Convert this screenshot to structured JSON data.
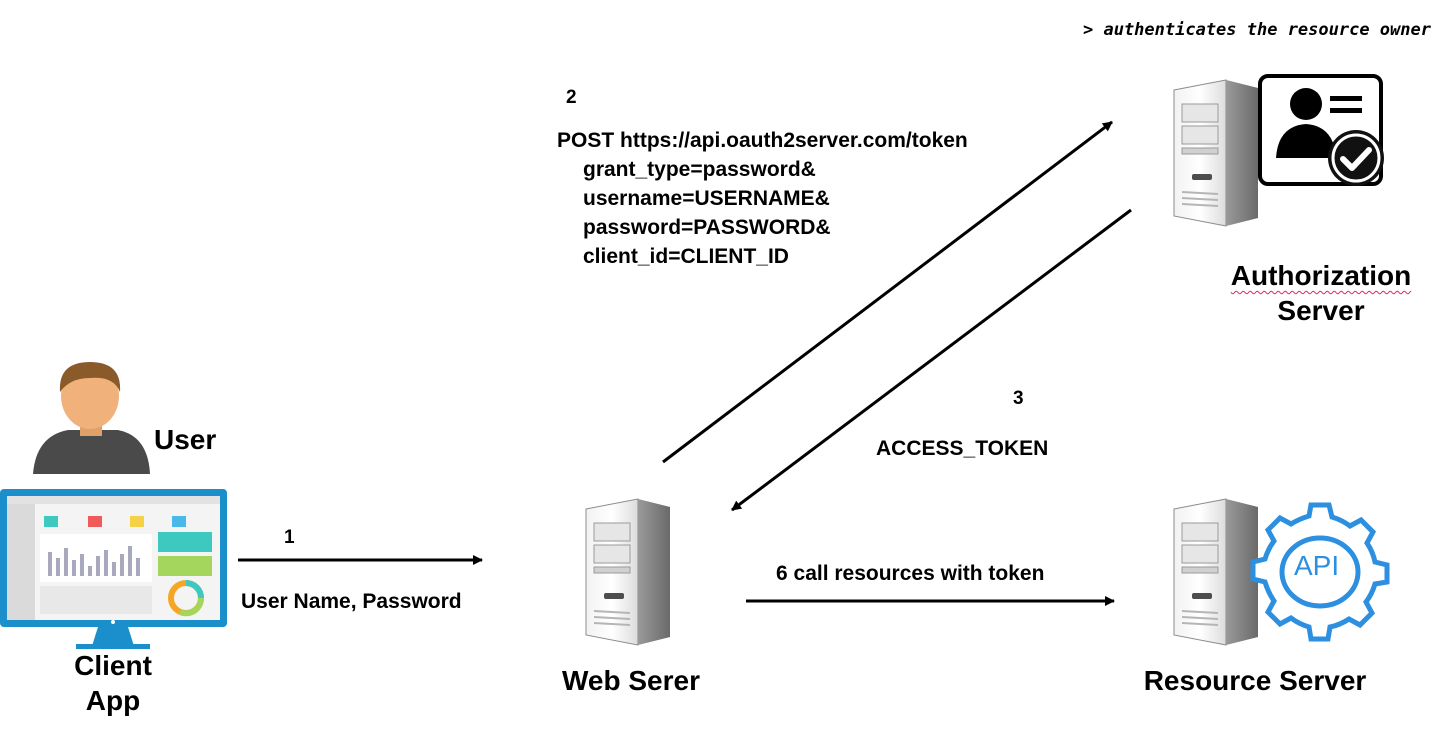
{
  "note": "> authenticates the resource owner",
  "actors": {
    "user": "User",
    "client_app": [
      "Client",
      "App"
    ],
    "web_server": "Web Serer",
    "authorization_server": [
      "Authorization",
      "Server"
    ],
    "resource_server": "Resource Server"
  },
  "steps": {
    "step1": {
      "number": "1",
      "label": "User Name, Password"
    },
    "step2": {
      "number": "2",
      "request_line": "POST https://api.oauth2server.com/token",
      "params": [
        "grant_type=password&",
        "username=USERNAME&",
        "password=PASSWORD&",
        "client_id=CLIENT_ID"
      ]
    },
    "step3": {
      "number": "3",
      "label": "ACCESS_TOKEN"
    },
    "step6": {
      "label": "6 call resources with token"
    }
  },
  "icons": {
    "user_avatar": "user-avatar-icon",
    "client_monitor": "dashboard-monitor-icon",
    "server": "server-tower-icon",
    "id_card": "id-card-check-icon",
    "api_gear": "api-gear-icon",
    "api_text": "API"
  },
  "colors": {
    "monitor_frame": "#1a8fcb",
    "skin": "#f0b27a",
    "hair": "#8a5a2b",
    "shirt": "#4a4a4a",
    "api_blue": "#2d8fe0",
    "check": "#111111"
  }
}
